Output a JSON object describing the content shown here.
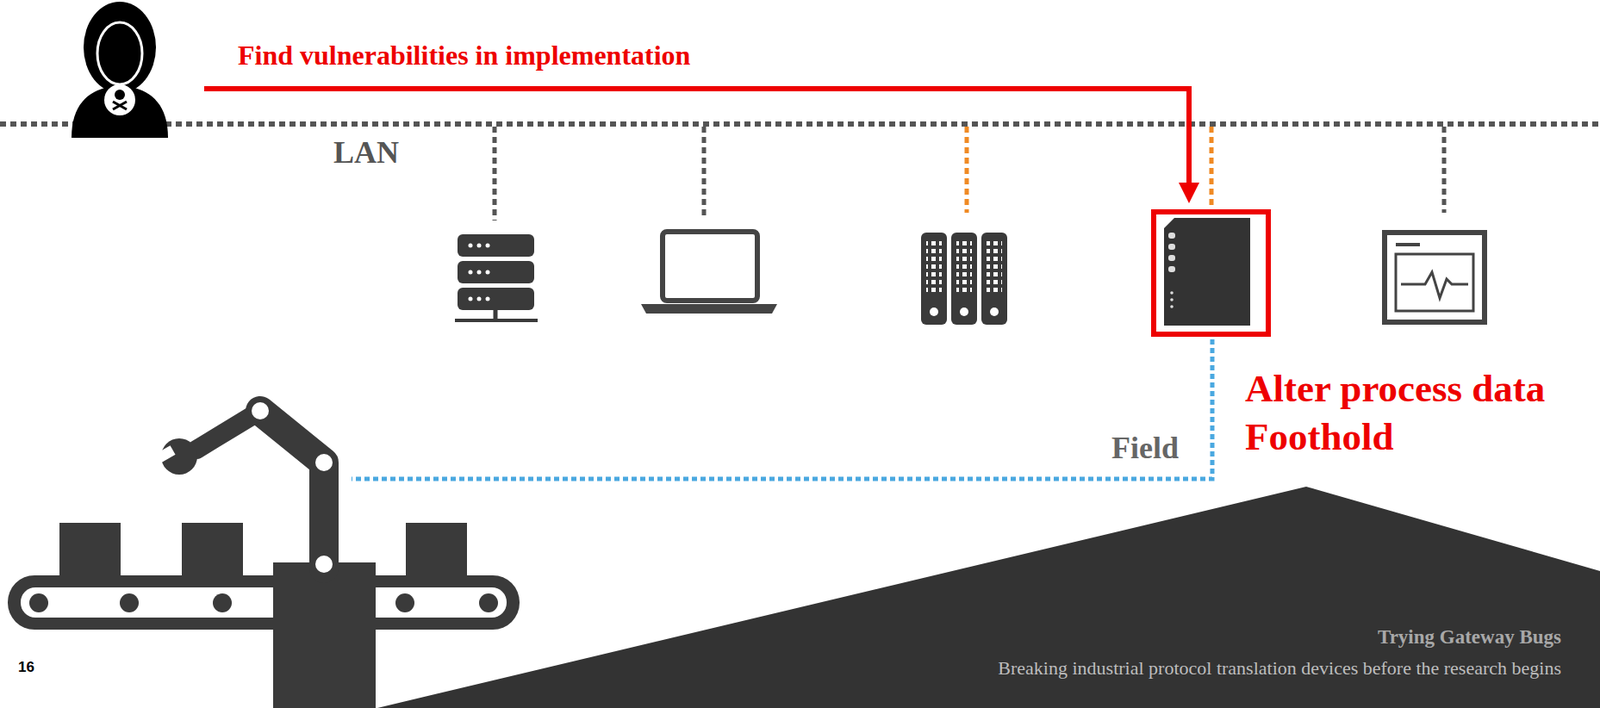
{
  "diagram": {
    "labels": [
      "Find vulnerabilities in implementation",
      "LAN",
      "Field",
      "Alter process data",
      "Foothold",
      "16",
      "Trying Gateway Bugs",
      "Breaking industrial protocol translation devices before the research begins"
    ]
  }
}
